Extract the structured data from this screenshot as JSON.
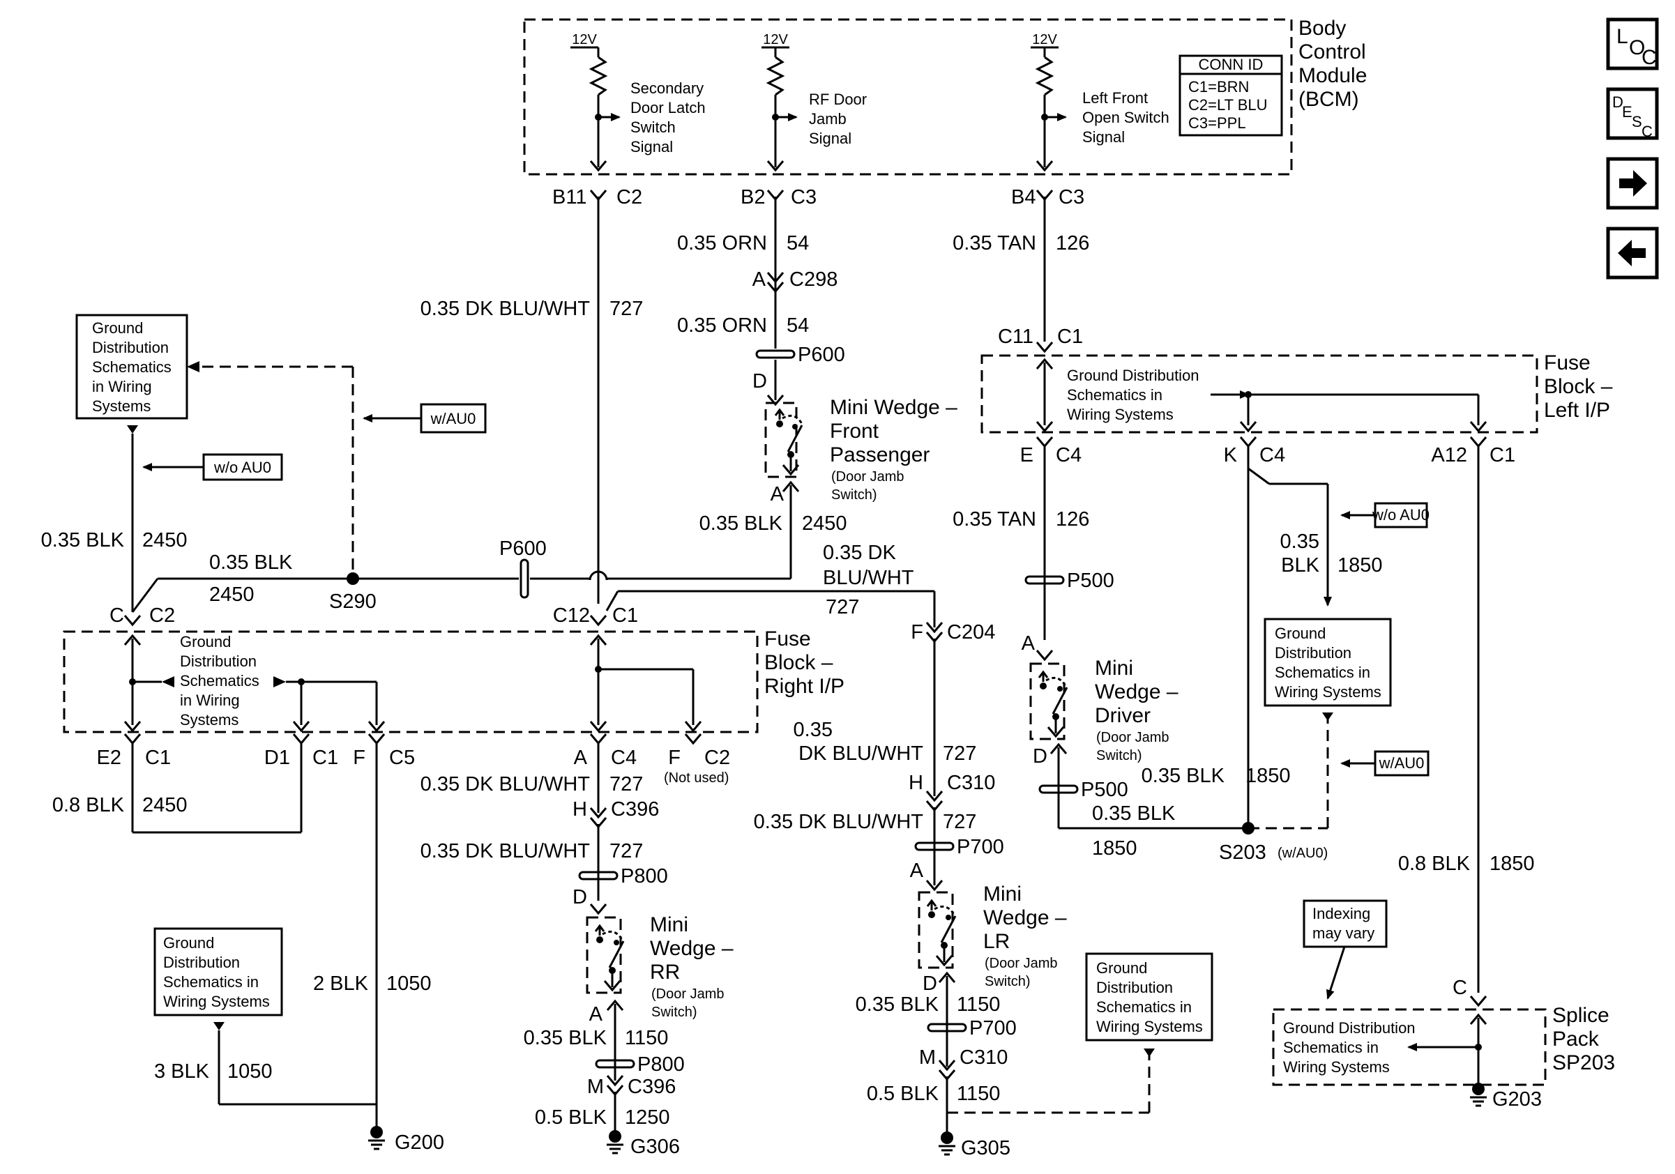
{
  "modules": {
    "bcm": {
      "name": [
        "Body",
        "Control",
        "Module",
        "(BCM)"
      ],
      "supply": "12V",
      "conn_id": {
        "title": "CONN ID",
        "rows": [
          "C1=BRN",
          "C2=LT BLU",
          "C3=PPL"
        ]
      },
      "inputs": [
        [
          "Secondary",
          "Door Latch",
          "Switch",
          "Signal"
        ],
        [
          "RF Door",
          "Jamb",
          "Signal"
        ],
        [
          "Left Front",
          "Open Switch",
          "Signal"
        ]
      ]
    },
    "fuse_left": {
      "name": [
        "Fuse",
        "Block –",
        "Left I/P"
      ],
      "inner": [
        "Ground Distribution",
        "Schematics in",
        "Wiring Systems"
      ]
    },
    "fuse_right": {
      "name": [
        "Fuse",
        "Block –",
        "Right I/P"
      ],
      "inner": [
        "Ground",
        "Distribution",
        "Schematics",
        "in Wiring",
        "Systems"
      ]
    },
    "splice_pack": {
      "name": [
        "Splice",
        "Pack",
        "SP203"
      ],
      "inner": [
        "Ground Distribution",
        "Schematics in",
        "Wiring Systems"
      ]
    }
  },
  "switches": [
    {
      "name": [
        "Mini Wedge –",
        "Front",
        "Passenger"
      ],
      "sub": [
        "(Door Jamb",
        "Switch)"
      ]
    },
    {
      "name": [
        "Mini",
        "Wedge –",
        "Driver"
      ],
      "sub": [
        "(Door Jamb",
        "Switch)"
      ]
    },
    {
      "name": [
        "Mini",
        "Wedge –",
        "RR"
      ],
      "sub": [
        "(Door Jamb",
        "Switch)"
      ]
    },
    {
      "name": [
        "Mini",
        "Wedge –",
        "LR"
      ],
      "sub": [
        "(Door Jamb",
        "Switch)"
      ]
    }
  ],
  "ref_boxes": {
    "gds_topleft": [
      "Ground",
      "Distribution",
      "Schematics",
      "in Wiring",
      "Systems"
    ],
    "gds_bottomleft": [
      "Ground",
      "Distribution",
      "Schematics in",
      "Wiring Systems"
    ],
    "gds_center": [
      "Ground",
      "Distribution",
      "Schematics in",
      "Wiring Systems"
    ],
    "gds_right": [
      "Ground",
      "Distribution",
      "Schematics in",
      "Wiring Systems"
    ],
    "wau0": "w/AU0",
    "woau0": "w/o AU0",
    "indexing": [
      "Indexing",
      "may vary"
    ]
  },
  "wire_labels": {
    "727_top": [
      "0.35 DK BLU/WHT",
      "727"
    ],
    "54_a": [
      "0.35 ORN",
      "54"
    ],
    "54_b": [
      "0.35 ORN",
      "54"
    ],
    "126_a": [
      "0.35 TAN",
      "126"
    ],
    "126_b": [
      "0.35 TAN",
      "126"
    ],
    "2450_left": [
      "0.35 BLK",
      "2450"
    ],
    "2450_mid": [
      "0.35 BLK",
      "2450"
    ],
    "2450_sw": [
      "0.35 BLK",
      "2450"
    ],
    "727_mid": [
      "0.35 DK",
      "BLU/WHT",
      "727"
    ],
    "1850_r": [
      "0.35",
      "BLK",
      "1850"
    ],
    "2450_low": [
      "0.8 BLK",
      "2450"
    ],
    "727_c4": [
      "0.35 DK BLU/WHT",
      "727"
    ],
    "727_c396": [
      "0.35 DK BLU/WHT",
      "727"
    ],
    "727_c204": [
      "0.35",
      "DK BLU/WHT",
      "727"
    ],
    "727_c310": [
      "0.35 DK BLU/WHT",
      "727"
    ],
    "1850_drv_a": [
      "0.35 BLK",
      "1850"
    ],
    "1850_drv_b": [
      "0.35 BLK",
      "1850"
    ],
    "1850_sp": [
      "0.8 BLK",
      "1850"
    ],
    "1050_a": [
      "2 BLK",
      "1050"
    ],
    "1050_b": [
      "3 BLK",
      "1050"
    ],
    "1150_rr": [
      "0.35 BLK",
      "1150"
    ],
    "1250": [
      "0.5 BLK",
      "1250"
    ],
    "1150_lr_a": [
      "0.35 BLK",
      "1150"
    ],
    "1150_lr_b": [
      "0.5 BLK",
      "1150"
    ]
  },
  "connectors": {
    "b11": "B11",
    "c2_top": "C2",
    "b2": "B2",
    "c3_a": "C3",
    "b4": "B4",
    "c3_b": "C3",
    "a_c298": "A",
    "c298": "C298",
    "p600_a": "P600",
    "d_p600": "D",
    "a_fp": "A",
    "c11": "C11",
    "c1_top": "C1",
    "e": "E",
    "c4_e": "C4",
    "k": "K",
    "c4_k": "C4",
    "a12": "A12",
    "c1_a12": "C1",
    "p600_b": "P600",
    "s290": "S290",
    "c_c2": "C",
    "c2_left": "C2",
    "c12": "C12",
    "c1_c12": "C1",
    "f_c204": "F",
    "c204": "C204",
    "p500_a": "P500",
    "a_drv": "A",
    "d_drv": "D",
    "p500_b": "P500",
    "s203": "S203",
    "s203_opt": "(w/AU0)",
    "e2": "E2",
    "c1_e2": "C1",
    "d1": "D1",
    "c1_d1": "C1",
    "f_c5": "F",
    "c5": "C5",
    "a_c4": "A",
    "c4_a": "C4",
    "f_c2": "F",
    "c2_f": "C2",
    "not_used": "(Not used)",
    "h_c396": "H",
    "c396_a": "C396",
    "p800_a": "P800",
    "d_rr": "D",
    "a_rr": "A",
    "p800_b": "P800",
    "m_c396": "M",
    "c396_b": "C396",
    "h_c310": "H",
    "c310_a": "C310",
    "p700_a": "P700",
    "a_lr": "A",
    "d_lr": "D",
    "p700_b": "P700",
    "m_c310": "M",
    "c310_b": "C310",
    "c_sp": "C"
  },
  "grounds": {
    "g200": "G200",
    "g306": "G306",
    "g305": "G305",
    "g203": "G203"
  },
  "nav": {
    "loc": [
      "L",
      "O",
      "C"
    ],
    "desc": [
      "D",
      "E",
      "S",
      "C"
    ]
  }
}
